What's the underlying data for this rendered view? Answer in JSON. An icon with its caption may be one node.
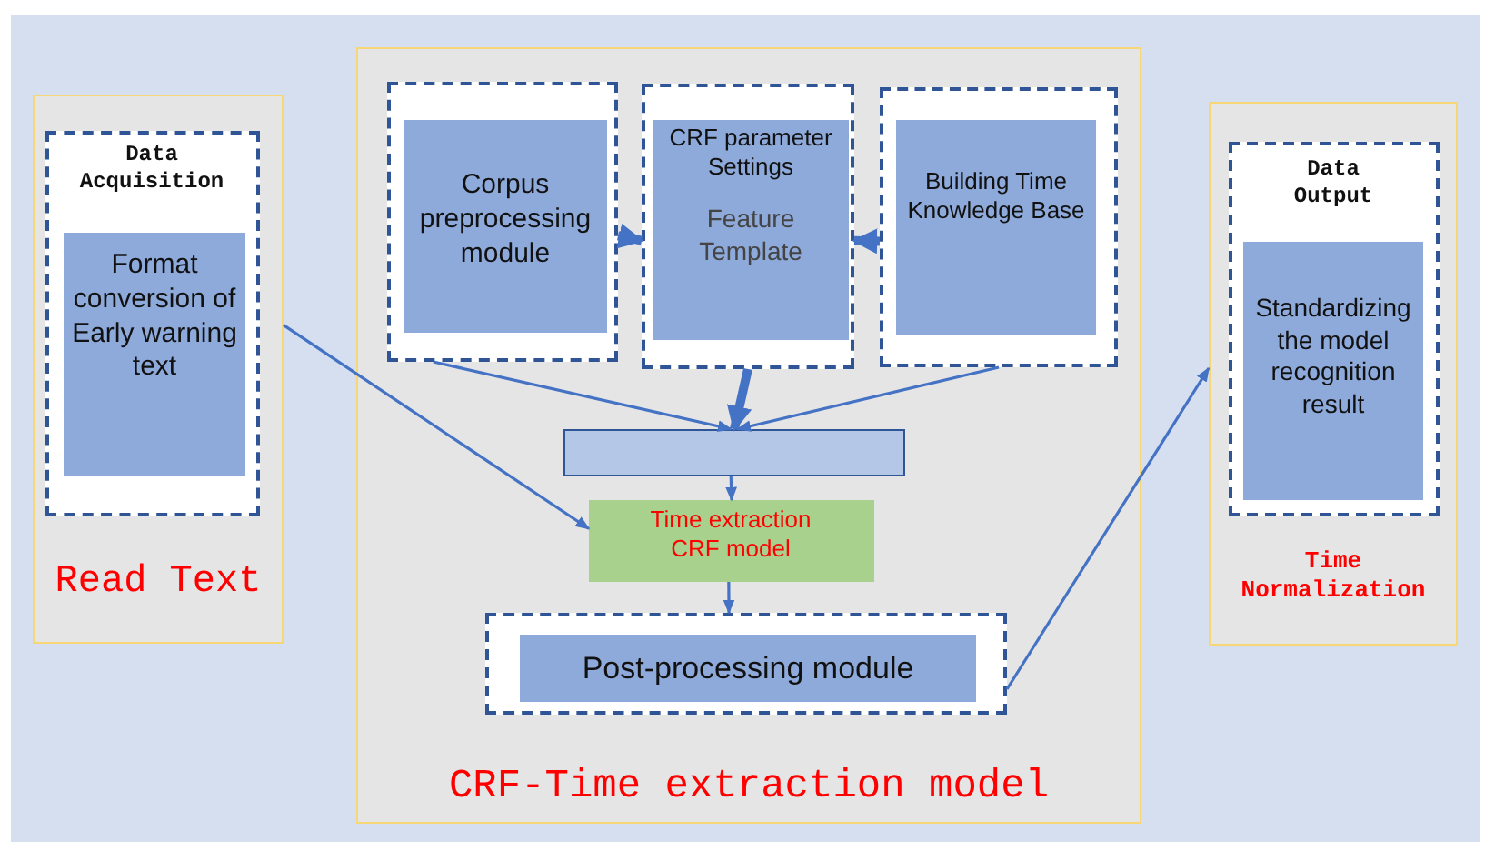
{
  "diagram": {
    "nodes": [
      {
        "text": [
          "Read Text"
        ]
      },
      {
        "text": [
          "Data Acquisition"
        ],
        "in": 0
      },
      {
        "text": [
          "Format conversion of Early warning text"
        ],
        "in": 1
      },
      {
        "text": [
          "CRF-Time extraction model"
        ]
      },
      {
        "text": [],
        "shape": "box",
        "in": 3
      },
      {
        "text": [
          "Corpus preprocessing module"
        ],
        "in": 4
      },
      {
        "text": [],
        "shape": "box",
        "in": 3
      },
      {
        "text": [
          "CRF parameter Settings",
          "Feature Template"
        ],
        "in": 6
      },
      {
        "text": [],
        "shape": "box",
        "in": 3
      },
      {
        "text": [
          "Building Time Knowledge Base"
        ],
        "in": 8
      },
      {
        "text": [],
        "shape": "bar",
        "in": 3
      },
      {
        "text": [
          "Time extraction CRF model"
        ],
        "in": 3
      },
      {
        "text": [],
        "shape": "box",
        "in": 3
      },
      {
        "text": [
          "Post-processing module"
        ],
        "in": 12
      },
      {
        "text": [
          "Time Normalization"
        ]
      },
      {
        "text": [
          "Data Output"
        ],
        "in": 14
      },
      {
        "text": [
          "Standardizing the model recognition result"
        ],
        "in": 15
      }
    ],
    "edges": [
      {
        "from": 4,
        "to": 6,
        "arrow": "to",
        "style": "thick"
      },
      {
        "from": 8,
        "to": 6,
        "arrow": "to",
        "style": "thick"
      },
      {
        "from": 6,
        "to": 10,
        "arrow": "to",
        "style": "thick"
      },
      {
        "from": 4,
        "to": 10,
        "arrow": "to"
      },
      {
        "from": 8,
        "to": 10,
        "arrow": "to"
      },
      {
        "from": 10,
        "to": 11,
        "arrow": "to"
      },
      {
        "from": 0,
        "to": 11,
        "arrow": "to"
      },
      {
        "from": 11,
        "to": 12,
        "arrow": "to"
      },
      {
        "from": 12,
        "to": 14,
        "arrow": "to"
      }
    ]
  }
}
